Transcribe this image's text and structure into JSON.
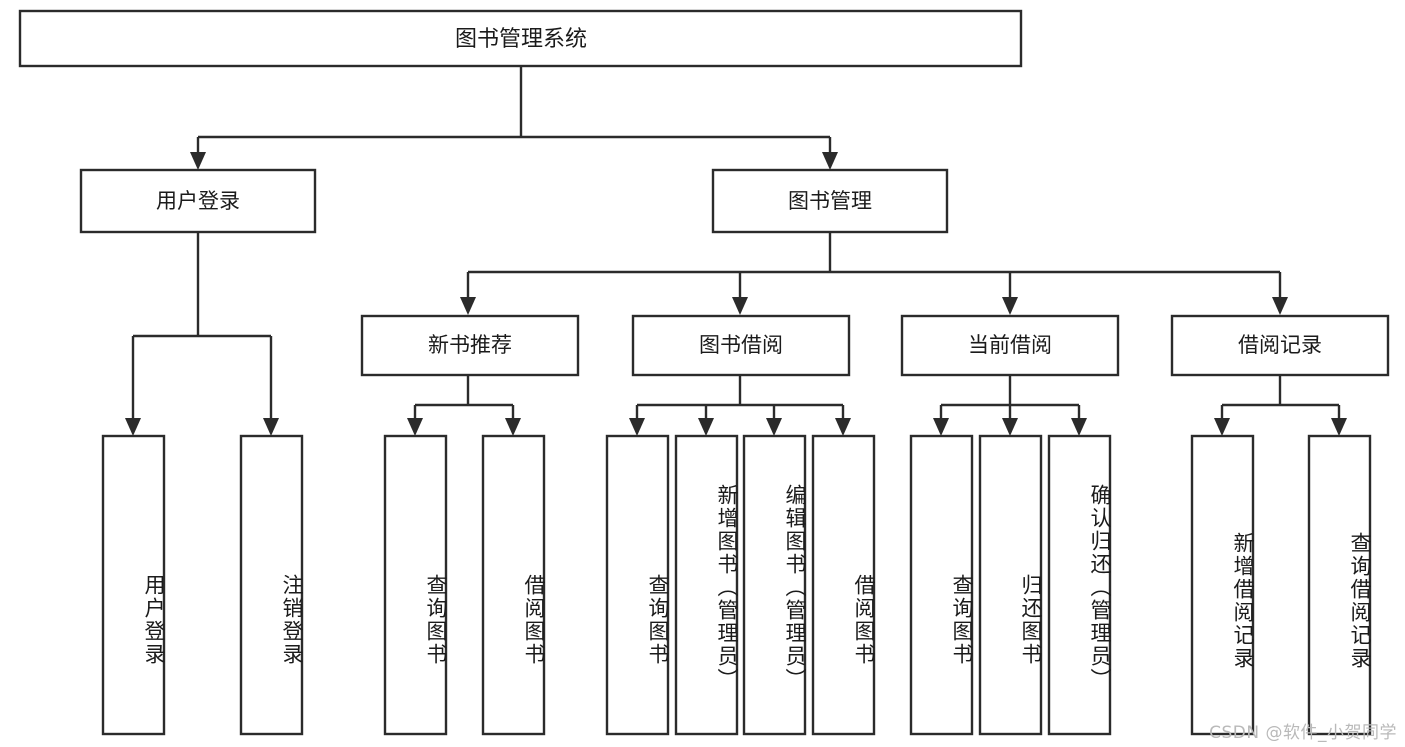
{
  "diagram": {
    "type": "tree-hierarchy",
    "title": "图书管理系统",
    "orientation": "top-down",
    "colors": {
      "box_stroke": "#2b2b2b",
      "box_fill": "#ffffff",
      "connector": "#2b2b2b",
      "text": "#1b1b1b",
      "background": "#ffffff",
      "watermark": "#b9b9b9"
    },
    "root": {
      "id": "root",
      "label": "图书管理系统"
    },
    "level2": [
      {
        "id": "user-login",
        "label": "用户登录"
      },
      {
        "id": "book-management",
        "label": "图书管理"
      }
    ],
    "level3": [
      {
        "id": "new-book-recommend",
        "label": "新书推荐",
        "parent": "book-management"
      },
      {
        "id": "book-borrow",
        "label": "图书借阅",
        "parent": "book-management"
      },
      {
        "id": "current-borrow",
        "label": "当前借阅",
        "parent": "book-management"
      },
      {
        "id": "borrow-record",
        "label": "借阅记录",
        "parent": "book-management"
      }
    ],
    "leaves": [
      {
        "id": "leaf-user-login",
        "label": "用户登录",
        "parent": "user-login"
      },
      {
        "id": "leaf-logout-login",
        "label": "注销登录",
        "parent": "user-login"
      },
      {
        "id": "leaf-query-book-1",
        "label": "查询图书",
        "parent": "new-book-recommend"
      },
      {
        "id": "leaf-borrow-book-1",
        "label": "借阅图书",
        "parent": "new-book-recommend"
      },
      {
        "id": "leaf-query-book-2",
        "label": "查询图书",
        "parent": "book-borrow"
      },
      {
        "id": "leaf-add-book",
        "label": "新增图书（管理员）",
        "parent": "book-borrow"
      },
      {
        "id": "leaf-edit-book",
        "label": "编辑图书（管理员）",
        "parent": "book-borrow"
      },
      {
        "id": "leaf-borrow-book-2",
        "label": "借阅图书",
        "parent": "book-borrow"
      },
      {
        "id": "leaf-query-book-3",
        "label": "查询图书",
        "parent": "current-borrow"
      },
      {
        "id": "leaf-return-book",
        "label": "归还图书",
        "parent": "current-borrow"
      },
      {
        "id": "leaf-confirm-return",
        "label": "确认归还（管理员）",
        "parent": "current-borrow"
      },
      {
        "id": "leaf-add-record",
        "label": "新增借阅记录",
        "parent": "borrow-record"
      },
      {
        "id": "leaf-query-record",
        "label": "查询借阅记录",
        "parent": "borrow-record"
      }
    ]
  },
  "watermark": {
    "text": "CSDN @软件_小贺同学"
  }
}
